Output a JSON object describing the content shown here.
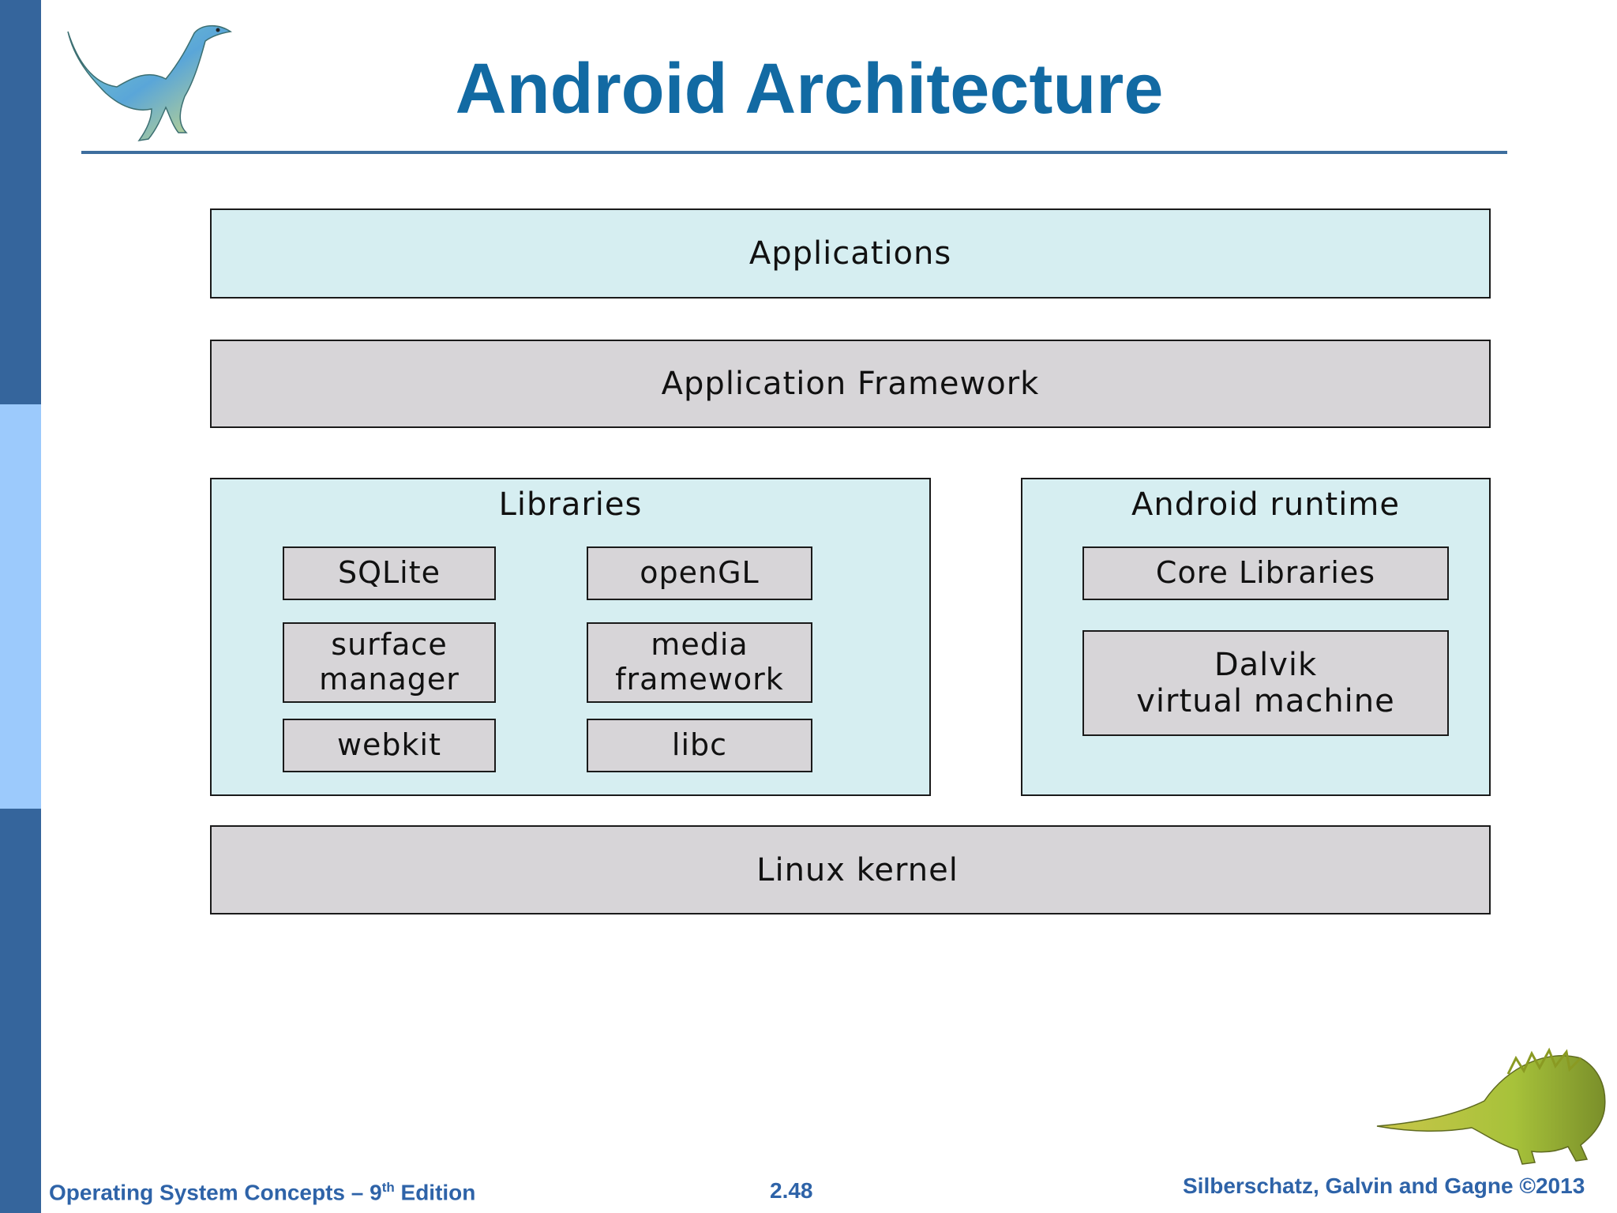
{
  "title": "Android Architecture",
  "diagram": {
    "applications": "Applications",
    "application_framework": "Application Framework",
    "libraries": {
      "title": "Libraries",
      "items": [
        "SQLite",
        "openGL",
        "surface\nmanager",
        "media\nframework",
        "webkit",
        "libc"
      ]
    },
    "android_runtime": {
      "title": "Android runtime",
      "core_libraries": "Core Libraries",
      "dalvik": "Dalvik\nvirtual machine"
    },
    "linux_kernel": "Linux kernel"
  },
  "footer": {
    "left_prefix": "Operating System Concepts – 9",
    "left_sup": "th",
    "left_suffix": " Edition",
    "center": "2.48",
    "right": "Silberschatz, Galvin and Gagne ©2013"
  },
  "colors": {
    "title": "#126aa3",
    "layer_blue": "#d6eef1",
    "layer_gray": "#d7d5d8",
    "sidebar_dark": "#35659c",
    "sidebar_light": "#9ccafc",
    "footer_text": "#2e63a8"
  }
}
